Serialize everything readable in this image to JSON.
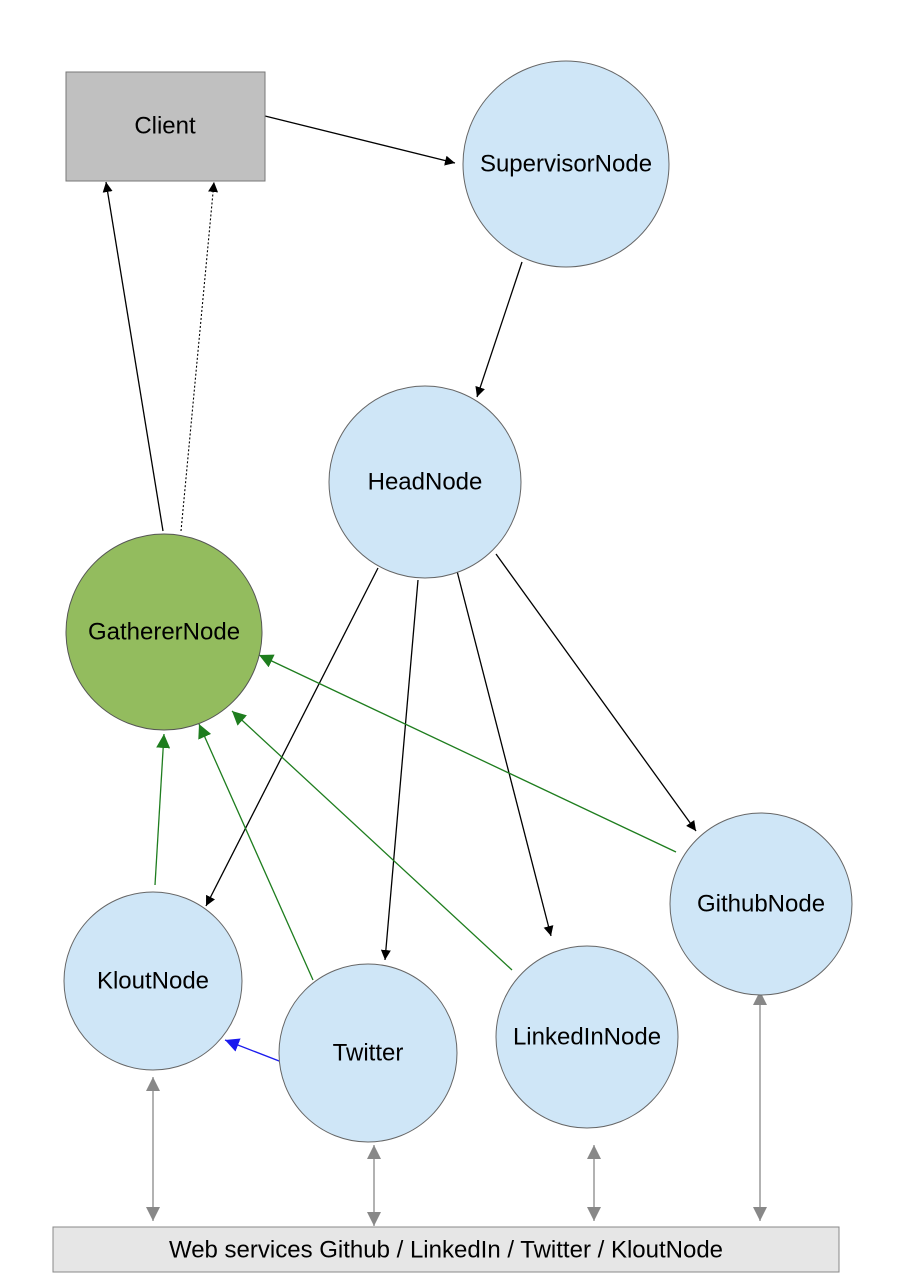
{
  "nodes": {
    "client": {
      "label": "Client",
      "fill": "#c0c0c0"
    },
    "supervisor": {
      "label": "SupervisorNode",
      "fill": "#cfe6f7"
    },
    "head": {
      "label": "HeadNode",
      "fill": "#cfe6f7"
    },
    "gatherer": {
      "label": "GathererNode",
      "fill": "#93bc5e"
    },
    "klout": {
      "label": "KloutNode",
      "fill": "#cfe6f7"
    },
    "twitter": {
      "label": "Twitter",
      "fill": "#cfe6f7"
    },
    "linkedin": {
      "label": "LinkedInNode",
      "fill": "#cfe6f7"
    },
    "github": {
      "label": "GithubNode",
      "fill": "#cfe6f7"
    },
    "webservices": {
      "label": "Web services Github / LinkedIn / Twitter / KloutNode",
      "fill": "#e6e6e6"
    }
  },
  "edge_colors": {
    "control": "#000000",
    "result": "#1e7d1e",
    "internal": "#1a1aee",
    "io": "#888888"
  }
}
